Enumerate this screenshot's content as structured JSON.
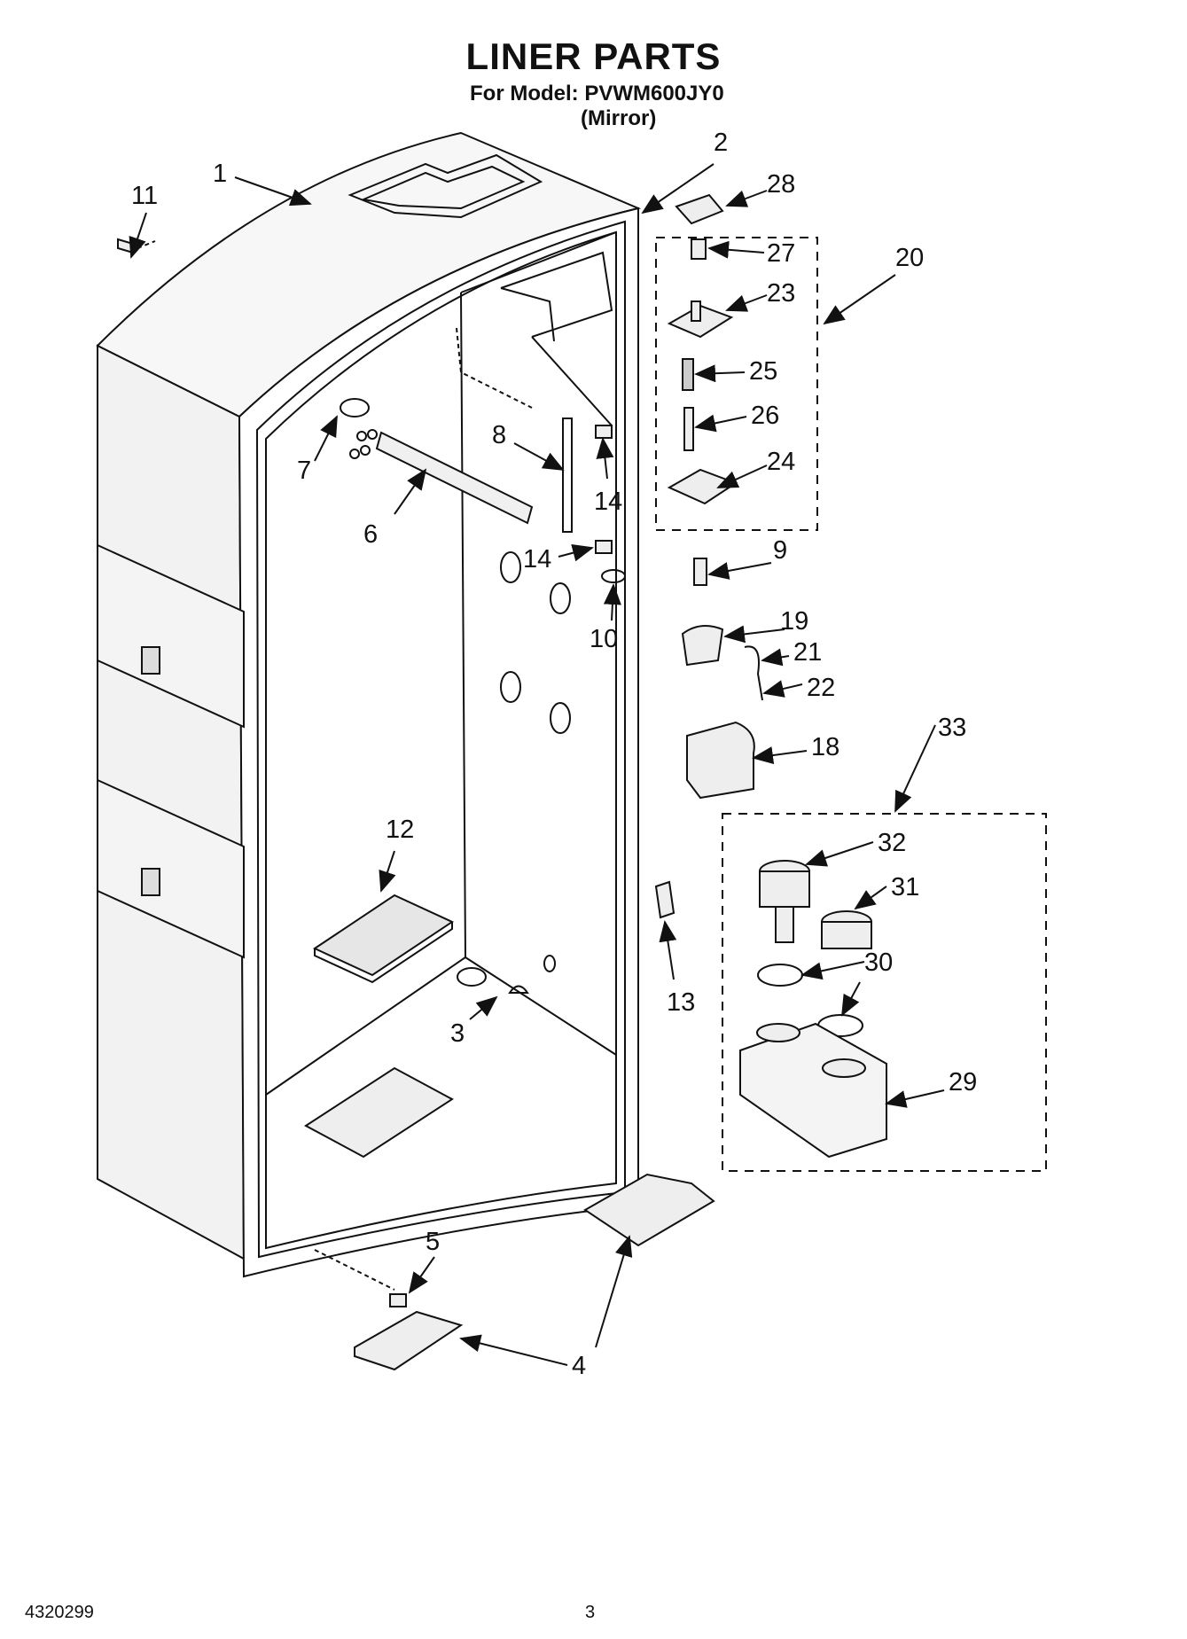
{
  "header": {
    "title": "LINER PARTS",
    "model_line": "For Model: PVWM600JY0",
    "variant_line": "(Mirror)"
  },
  "callouts": [
    "1",
    "2",
    "3",
    "4",
    "5",
    "6",
    "7",
    "8",
    "9",
    "10",
    "11",
    "12",
    "13",
    "14",
    "14",
    "18",
    "19",
    "20",
    "21",
    "22",
    "23",
    "24",
    "25",
    "26",
    "27",
    "28",
    "29",
    "30",
    "31",
    "32",
    "33"
  ],
  "footer": {
    "doc_number": "4320299",
    "page_number": "3"
  }
}
